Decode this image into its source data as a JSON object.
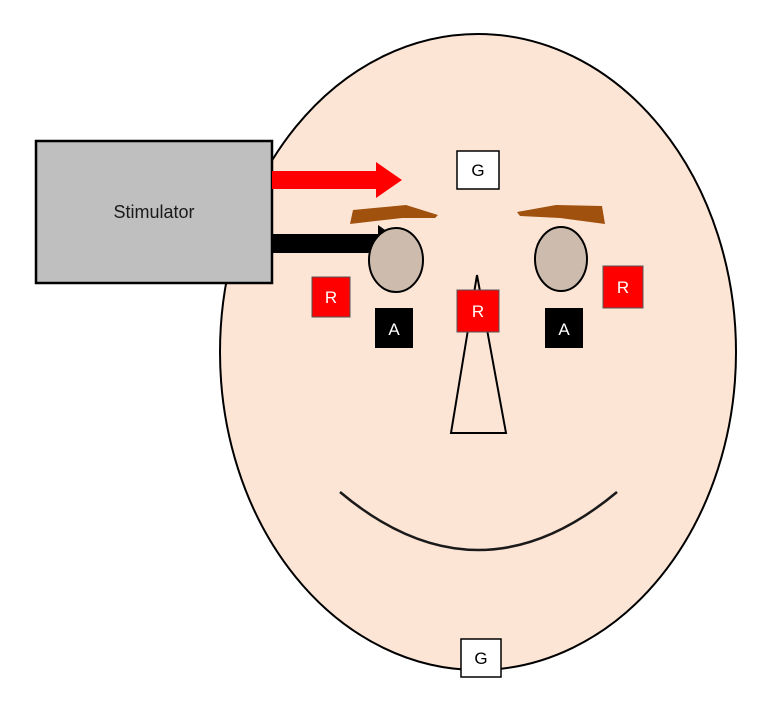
{
  "stimulator": {
    "label": "Stimulator"
  },
  "electrodes": {
    "ground_top": "G",
    "ground_bottom": "G",
    "reference_left": "R",
    "reference_nose": "R",
    "reference_right": "R",
    "active_left": "A",
    "active_right": "A"
  },
  "colors": {
    "skin": "#fde5d6",
    "eyebrow": "#a0510d",
    "eye": "#cdbcad",
    "stimulator_box": "#bfbfbf",
    "reference_fill": "#ff0000",
    "active_fill": "#000000",
    "ground_fill": "#ffffff",
    "stimulus_arrow": "#ff0000",
    "recording_arrow": "#000000"
  }
}
